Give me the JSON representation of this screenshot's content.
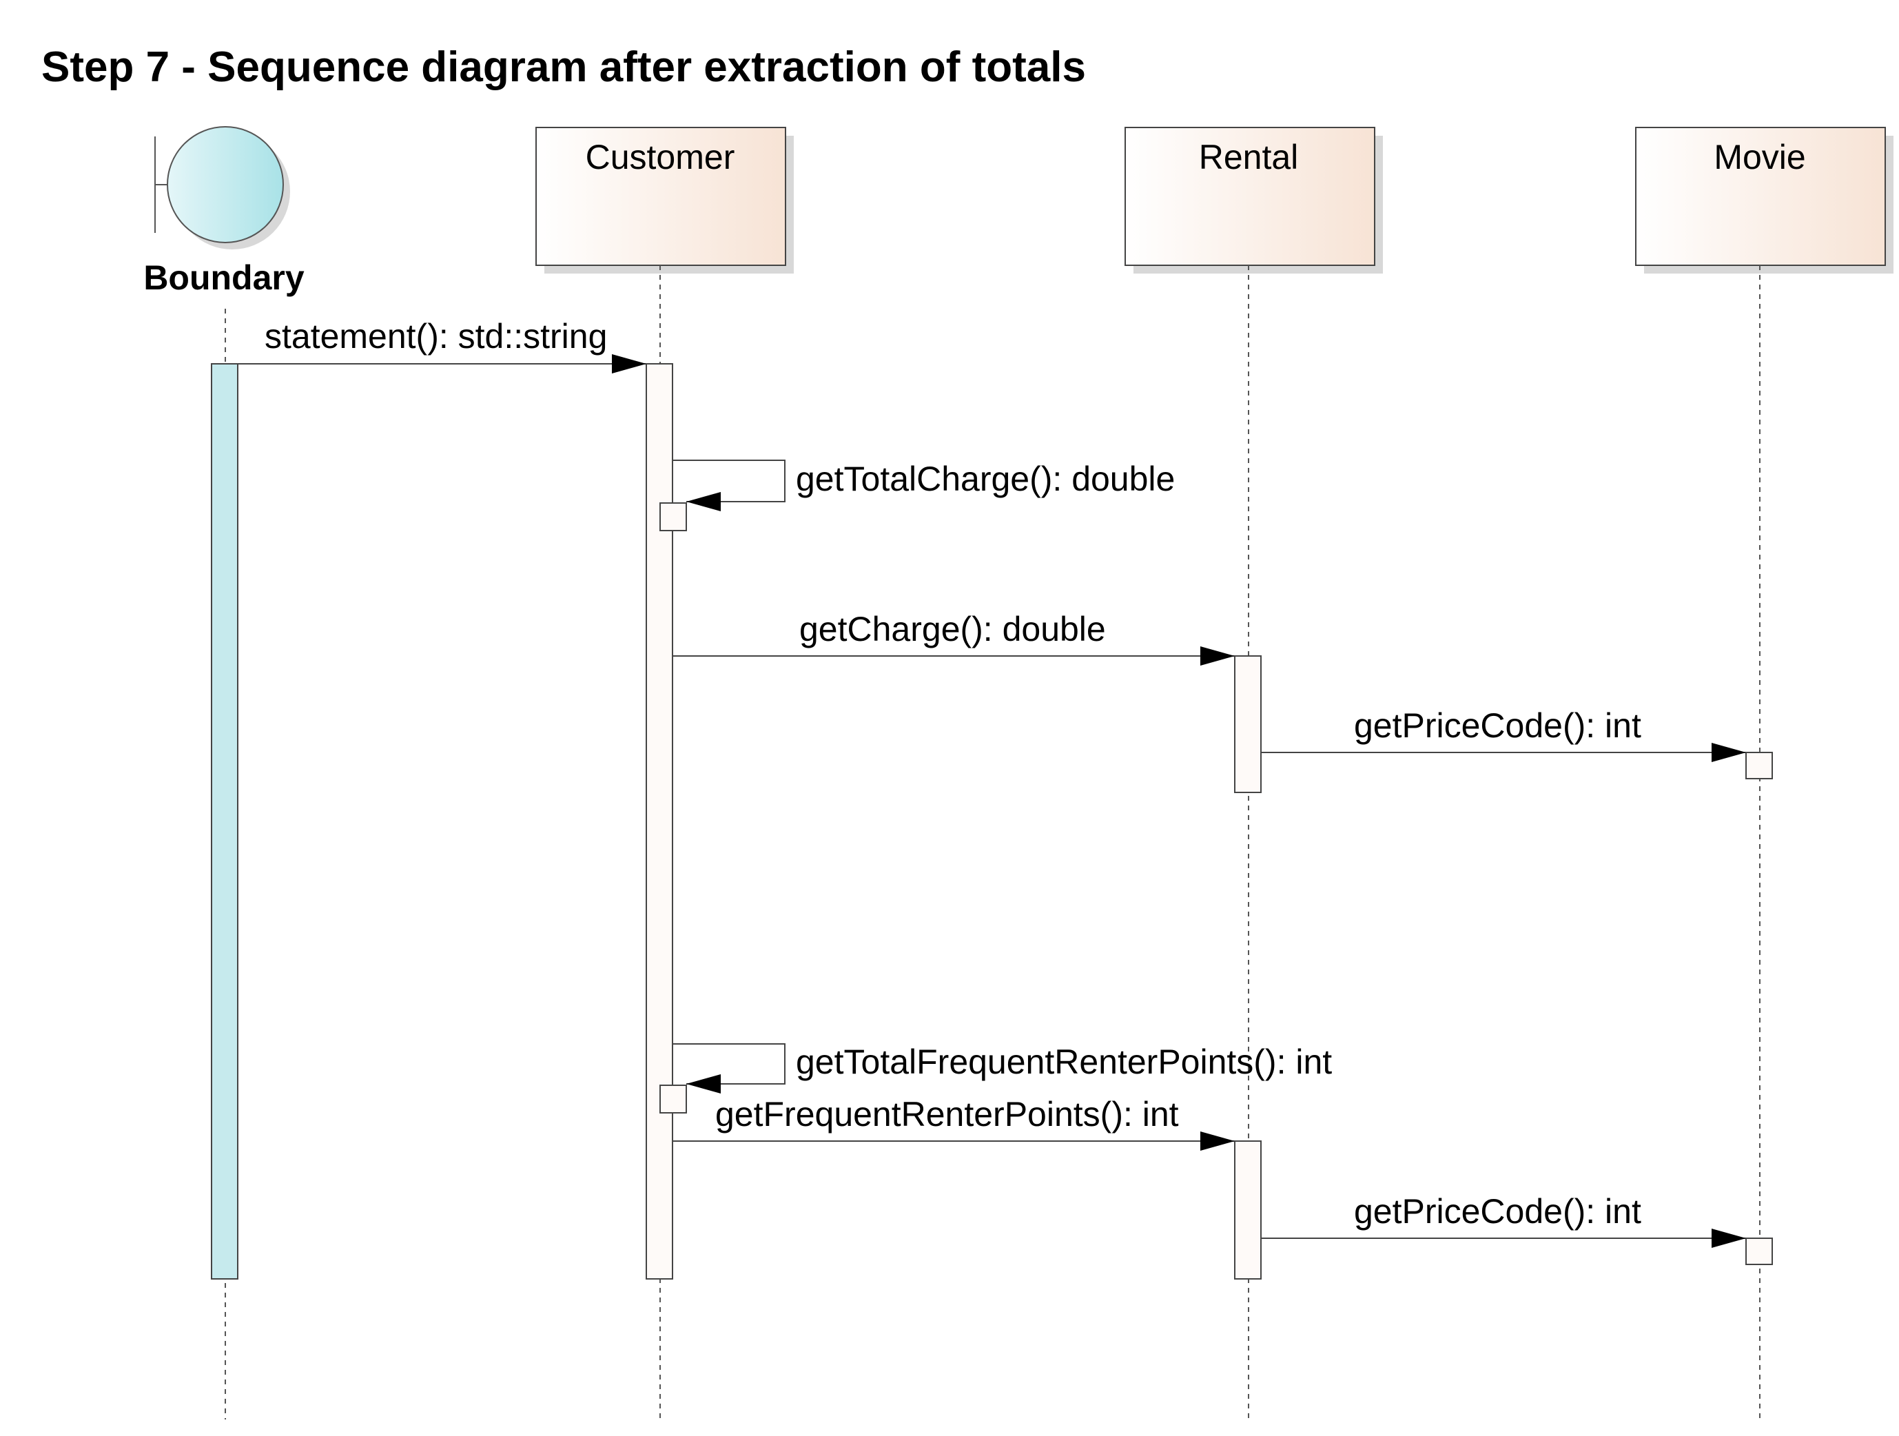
{
  "title": "Step 7 - Sequence diagram after extraction of totals",
  "boundary": {
    "label": "Boundary"
  },
  "objects": [
    {
      "id": "customer",
      "label": "Customer"
    },
    {
      "id": "rental",
      "label": "Rental"
    },
    {
      "id": "movie",
      "label": "Movie"
    }
  ],
  "messages": [
    {
      "id": "m1",
      "from": "boundary",
      "to": "customer",
      "label": "statement(): std::string",
      "self": false
    },
    {
      "id": "m2",
      "from": "customer",
      "to": "customer",
      "label": "getTotalCharge(): double",
      "self": true
    },
    {
      "id": "m3",
      "from": "customer",
      "to": "rental",
      "label": "getCharge(): double",
      "self": false
    },
    {
      "id": "m4",
      "from": "rental",
      "to": "movie",
      "label": "getPriceCode(): int",
      "self": false
    },
    {
      "id": "m5",
      "from": "customer",
      "to": "customer",
      "label": "getTotalFrequentRenterPoints(): int",
      "self": true
    },
    {
      "id": "m6",
      "from": "customer",
      "to": "rental",
      "label": "getFrequentRenterPoints(): int",
      "self": false
    },
    {
      "id": "m7",
      "from": "rental",
      "to": "movie",
      "label": "getPriceCode(): int",
      "self": false
    }
  ],
  "colors": {
    "boundary_fill": "#b3e6ea",
    "boundary_activation": "#c6eaed",
    "object_gradient_start": "#ffffff",
    "object_gradient_end": "#f7e3d5",
    "activation_fill": "#fefaf8"
  }
}
